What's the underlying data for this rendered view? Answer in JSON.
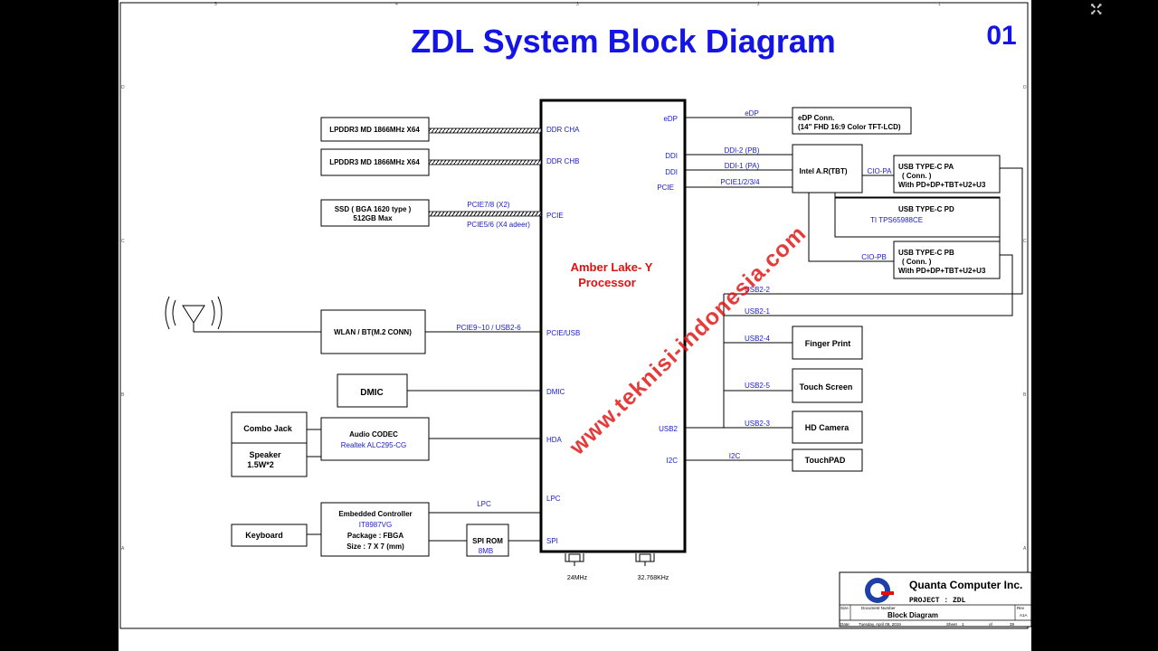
{
  "title": "ZDL System Block Diagram",
  "page_number": "01",
  "watermark": "www.teknisi-indonesia.com",
  "colors": {
    "title": "#1414e6",
    "signal": "#1a1acc",
    "accent": "#e01010",
    "line": "#000000"
  },
  "frame_markers": [
    "5",
    "4",
    "3",
    "2",
    "1",
    "D",
    "C",
    "B",
    "A"
  ],
  "blocks": {
    "lpddr_a": "LPDDR3 MD 1866MHz X64",
    "lpddr_b": "LPDDR3 MD 1866MHz X64",
    "ssd": [
      "SSD ( BGA 1620 type )",
      "512GB Max"
    ],
    "wlan": "WLAN / BT(M.2 CONN)",
    "dmic": "DMIC",
    "codec": [
      "Audio CODEC",
      "Realtek ALC295-CG"
    ],
    "combo_jack": "Combo Jack",
    "speaker": [
      "Speaker",
      "1.5W*2"
    ],
    "ec": [
      "Embedded Controller",
      "IT8987VG",
      "Package : FBGA",
      "Size : 7 X 7 (mm)"
    ],
    "keyboard": "Keyboard",
    "spi_rom": [
      "SPI ROM",
      "8MB"
    ],
    "edp_conn": [
      "eDP Conn.",
      "(14\" FHD 16:9  Color TFT-LCD)"
    ],
    "intel_ar": "Intel A.R(TBT)",
    "usbc_pa": [
      "USB TYPE-C PA",
      "( Conn. )",
      "With PD+DP+TBT+U2+U3"
    ],
    "usbc_pd": [
      "USB TYPE-C PD",
      "TI TPS65988CE"
    ],
    "usbc_pb": [
      "USB TYPE-C PB",
      "( Conn. )",
      "With PD+DP+TBT+U2+U3"
    ],
    "finger_print": "Finger Print",
    "touch_screen": "Touch Screen",
    "hd_camera": "HD Camera",
    "touchpad": "TouchPAD"
  },
  "processor": {
    "name": [
      "Amber Lake- Y",
      "Processor"
    ],
    "left_ports": [
      "DDR CHA",
      "DDR CHB",
      "PCIE",
      "PCIE/USB",
      "DMIC",
      "HDA",
      "LPC",
      "SPI"
    ],
    "right_ports": [
      "eDP",
      "DDI",
      "DDI",
      "PCIE",
      "USB2",
      "I2C"
    ]
  },
  "signals": {
    "ssd_pcie_top": "PCIE7/8 (X2)",
    "ssd_pcie_bottom": "PCIE5/6 (X4 adeer)",
    "wlan": "PCIE9~10 / USB2-6",
    "lpc": "LPC",
    "edp": "eDP",
    "ddi2": "DDI-2 (PB)",
    "ddi1": "DDI-1 (PA)",
    "pcie_tbt": "PCIE1/2/3/4",
    "cio_pa": "CIO-PA",
    "cio_pb": "CIO-PB",
    "usb2_2": "USB2-2",
    "usb2_1": "USB2-1",
    "usb2_4": "USB2-4",
    "usb2_5": "USB2-5",
    "usb2_3": "USB2-3",
    "i2c": "I2C"
  },
  "crystals": [
    "24MHz",
    "32.768KHz"
  ],
  "title_block": {
    "company": "Quanta Computer Inc.",
    "project": "PROJECT : ZDL",
    "size_label": "Size",
    "doc_label": "Document Number",
    "rev_label": "Rev",
    "doc": "Block Diagram",
    "rev": "A1A",
    "date_label": "Date:",
    "date": "Tuesday, April 09, 2019",
    "sheet_label": "Sheet",
    "sheet": "1",
    "of_label": "of",
    "total": "39"
  }
}
